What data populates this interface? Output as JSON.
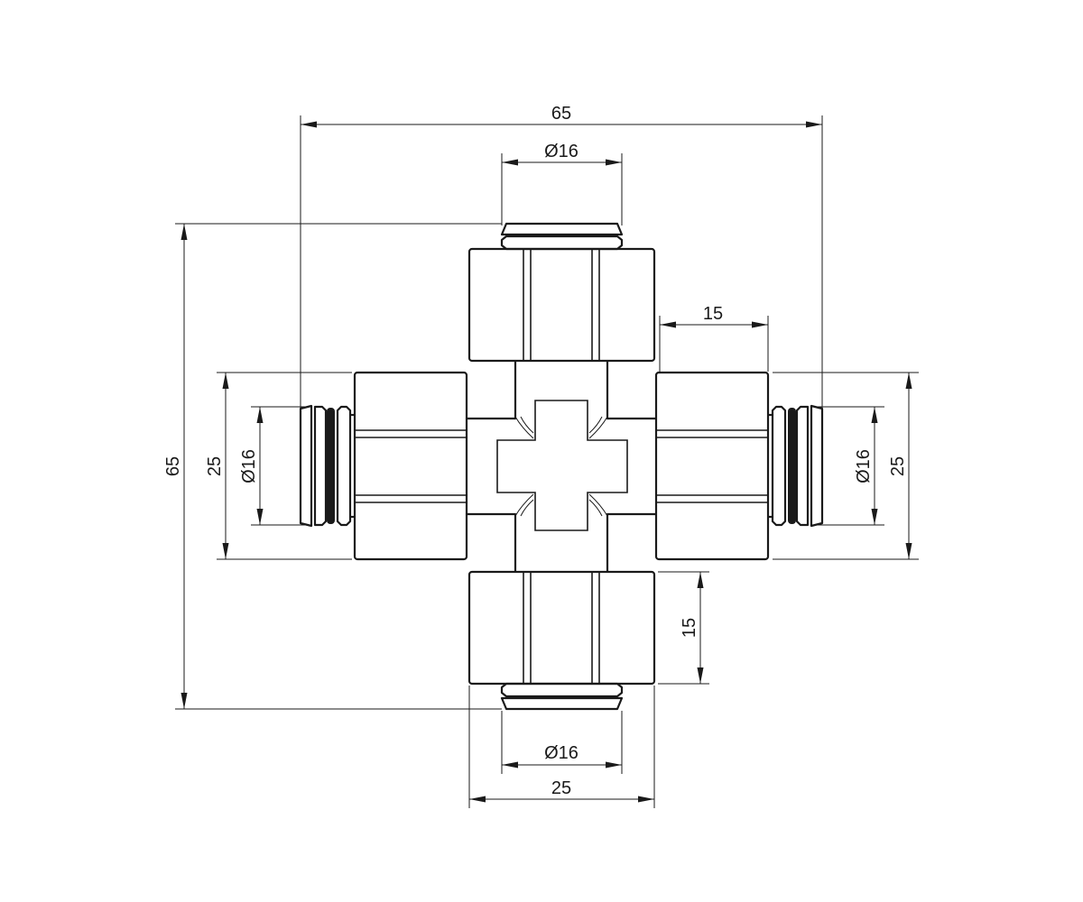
{
  "dimensions": {
    "overall_width": "65",
    "overall_height": "65",
    "top_diameter": "Ø16",
    "bottom_diameter": "Ø16",
    "left_diameter": "Ø16",
    "right_diameter": "Ø16",
    "left_nut_height": "25",
    "right_nut_height": "25",
    "bottom_nut_width": "25",
    "right_nut_length": "15",
    "bottom_nut_length": "15"
  },
  "colors": {
    "line": "#1a1a1a",
    "background": "#ffffff"
  }
}
